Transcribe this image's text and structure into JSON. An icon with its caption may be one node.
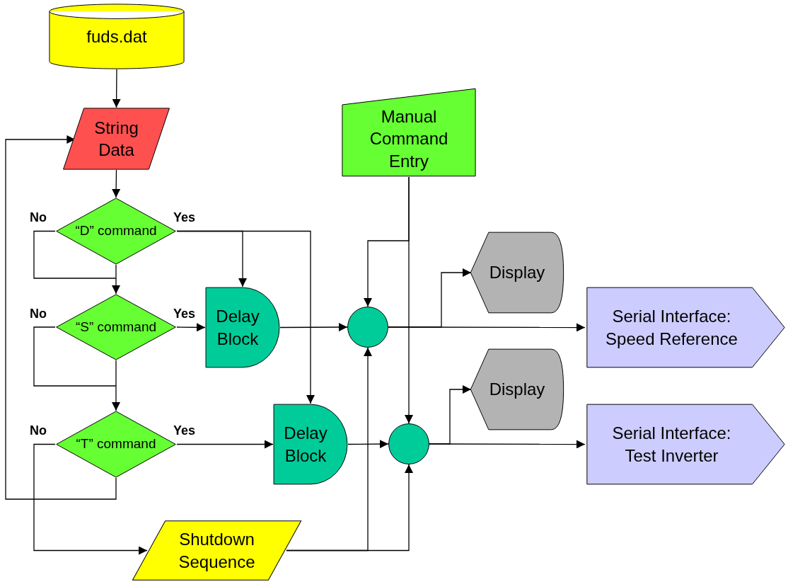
{
  "diagram": {
    "nodes": [
      {
        "text": [
          "fuds.dat"
        ]
      },
      {
        "text": [
          "String Data"
        ]
      },
      {
        "text": [
          "“D” command"
        ]
      },
      {
        "text": [
          "“S” command"
        ]
      },
      {
        "text": [
          "“T” command"
        ]
      },
      {
        "text": [
          "Manual Command Entry"
        ]
      },
      {
        "text": [
          "Delay Block"
        ]
      },
      {
        "text": [
          "Delay Block"
        ]
      },
      {
        "text": [],
        "shape": "circle"
      },
      {
        "text": [],
        "shape": "circle"
      },
      {
        "text": [
          "Display"
        ]
      },
      {
        "text": [
          "Display"
        ]
      },
      {
        "text": [
          "Serial Interface: Speed Reference"
        ]
      },
      {
        "text": [
          "Serial Interface: Test Inverter"
        ]
      },
      {
        "text": [
          "Shutdown Sequence"
        ]
      }
    ],
    "edges": [
      {
        "from": 0,
        "to": 1,
        "arrow": "to"
      },
      {
        "from": 1,
        "to": 2,
        "arrow": "to"
      },
      {
        "from": 2,
        "to": 3,
        "arrow": "to"
      },
      {
        "from": 2,
        "to": 6,
        "arrow": "to"
      },
      {
        "from": 2,
        "to": 7,
        "arrow": "to"
      },
      {
        "from": 3,
        "to": 6,
        "arrow": "to"
      },
      {
        "from": 3,
        "to": 4,
        "arrow": "to"
      },
      {
        "from": 4,
        "to": 7,
        "arrow": "to"
      },
      {
        "from": 4,
        "to": 14,
        "arrow": "to"
      },
      {
        "from": 4,
        "to": 1,
        "arrow": "to"
      },
      {
        "from": 6,
        "to": 8,
        "arrow": "to"
      },
      {
        "from": 7,
        "to": 9,
        "arrow": "to"
      },
      {
        "from": 5,
        "to": 8,
        "arrow": "to"
      },
      {
        "from": 5,
        "to": 9,
        "arrow": "to"
      },
      {
        "from": 8,
        "to": 10,
        "arrow": "to"
      },
      {
        "from": 8,
        "to": 12,
        "arrow": "to"
      },
      {
        "from": 9,
        "to": 11,
        "arrow": "to"
      },
      {
        "from": 9,
        "to": 13,
        "arrow": "to"
      },
      {
        "from": 14,
        "to": 8,
        "arrow": "to"
      },
      {
        "from": 14,
        "to": 9,
        "arrow": "to"
      }
    ],
    "labels": [
      "No",
      "Yes",
      "No",
      "Yes",
      "No",
      "Yes"
    ]
  }
}
